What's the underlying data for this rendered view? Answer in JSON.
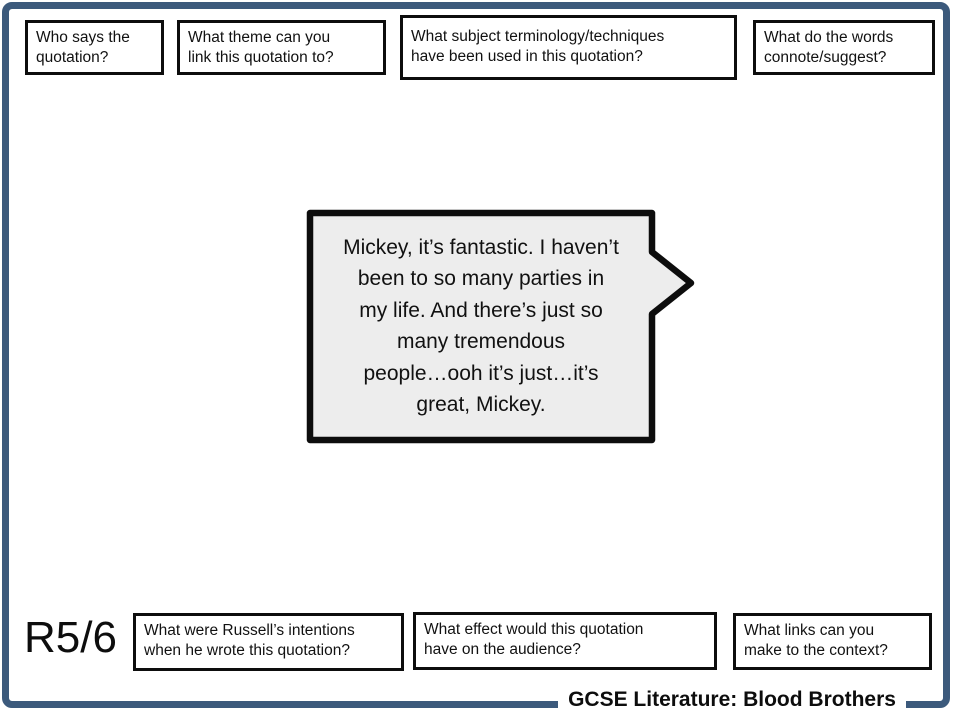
{
  "slide": {
    "corner_label": "R5/6",
    "footer": "GCSE Literature: Blood Brothers",
    "frame_color": "#3c5a7c"
  },
  "top_questions": [
    {
      "text": "Who says the\nquotation?"
    },
    {
      "text": "What theme can you\nlink this quotation to?"
    },
    {
      "text": "What subject terminology/techniques\nhave been used in this quotation?"
    },
    {
      "text": "What do the words\nconnote/suggest?"
    }
  ],
  "bottom_questions": [
    {
      "text": "What were Russell’s intentions\nwhen he wrote this quotation?"
    },
    {
      "text": "What effect would this quotation\nhave on the audience?"
    },
    {
      "text": "What links can you\nmake to the context?"
    }
  ],
  "quote_bubble": {
    "text": "Mickey, it’s fantastic. I haven’t\nbeen to so many parties in\nmy life. And there’s just so\nmany tremendous\npeople…ooh it’s just…it’s\ngreat, Mickey.",
    "fill_color": "#ededed",
    "border_color": "#0d0d0d"
  }
}
